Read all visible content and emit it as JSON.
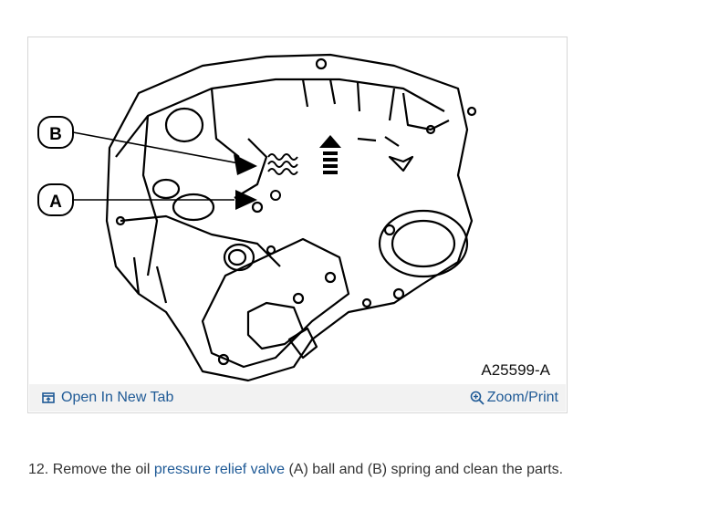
{
  "figure": {
    "label_b": "B",
    "label_a": "A",
    "code": "A25599-A"
  },
  "toolbar": {
    "open_tab_label": "Open In New Tab",
    "zoom_label": "Zoom/Print",
    "link_color": "#1f5a96"
  },
  "step": {
    "prefix": "12. Remove the oil ",
    "link_text": "pressure relief valve",
    "suffix": " (A) ball and (B) spring and clean the parts."
  },
  "icons": [
    "open-in-new-tab-icon",
    "zoom-icon"
  ]
}
